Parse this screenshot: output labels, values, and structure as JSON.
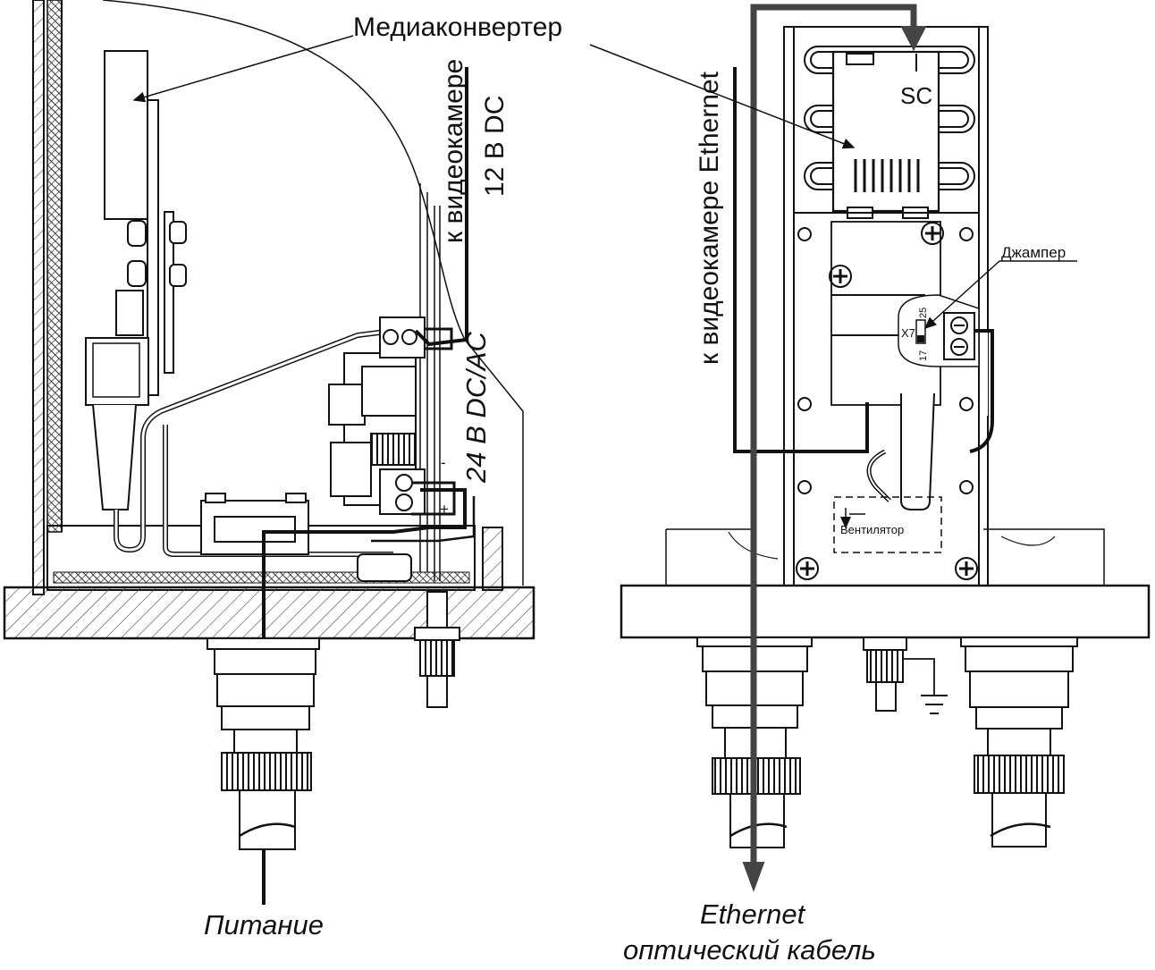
{
  "labels": {
    "media_converter": "Медиаконвертер",
    "to_camera": "к видеокамере",
    "dc12": "12 В DC",
    "dc_ac24": "24 В DC/AC",
    "to_camera_ethernet": "к видеокамере Ethernet",
    "sc": "SC",
    "jumper": "Джампер",
    "x7": "X7",
    "pin25": "25",
    "pin17": "17",
    "fan": "Вентилятор",
    "power": "Питание",
    "ethernet": "Ethernet",
    "optical_cable": "оптический кабель",
    "plus": "+",
    "minus": "-"
  },
  "colors": {
    "line": "#111111",
    "hatch": "#555555",
    "bg": "#ffffff"
  }
}
